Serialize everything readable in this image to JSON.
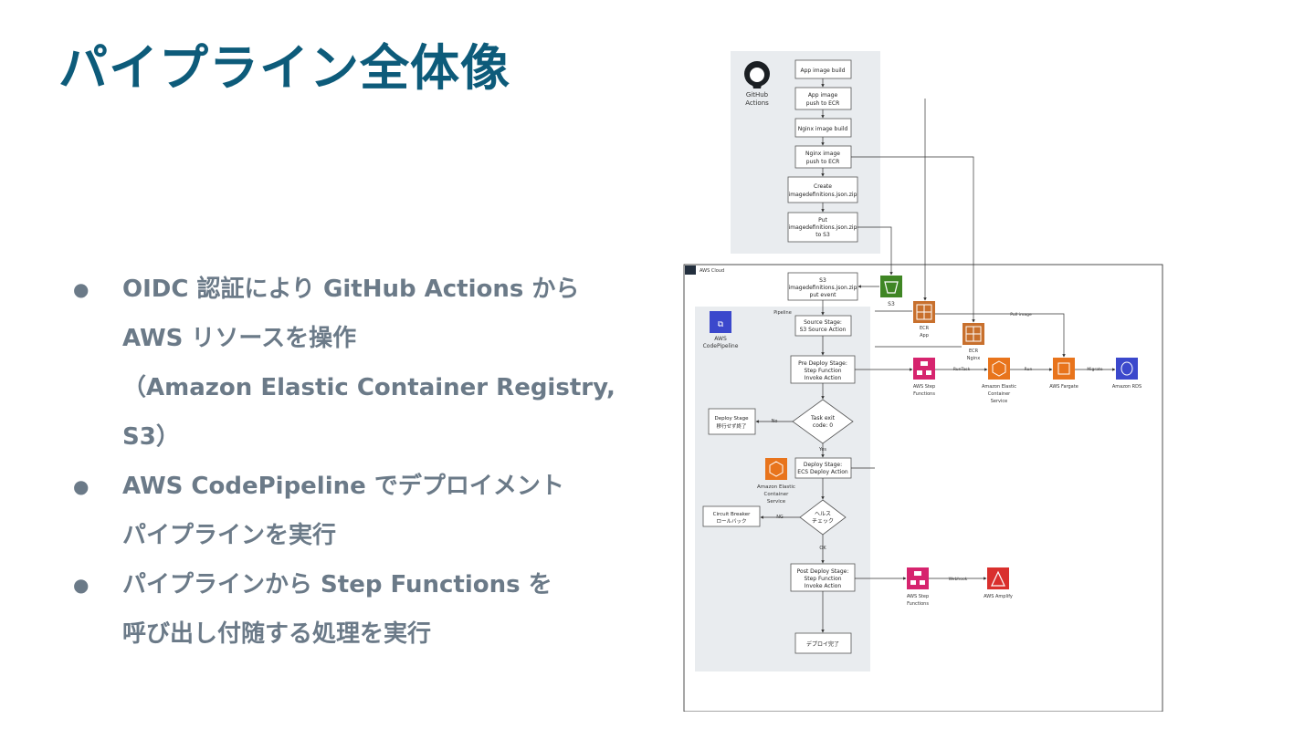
{
  "slide": {
    "title": "パイプライン全体像",
    "bullets": [
      {
        "lines": [
          "OIDC 認証により GitHub Actions から",
          "AWS リソースを操作",
          "（Amazon Elastic Container Registry, S3）"
        ]
      },
      {
        "lines": [
          "AWS CodePipeline でデプロイメント",
          "パイプラインを実行"
        ]
      },
      {
        "lines": [
          "パイプラインから Step Functions を",
          "呼び出し付随する処理を実行"
        ]
      }
    ],
    "bullet_glyph": "●"
  },
  "diagram": {
    "github": {
      "label_line1": "GitHub",
      "label_line2": "Actions",
      "steps": [
        [
          "App image build"
        ],
        [
          "App image",
          "push to ECR"
        ],
        [
          "Nginx image build"
        ],
        [
          "Nginx image",
          "push to ECR"
        ],
        [
          "Create",
          "imagedefinitions.json.zip"
        ],
        [
          "Put",
          "imagedefinitions.json.zip",
          "to S3"
        ]
      ]
    },
    "aws": {
      "cloud_label": "AWS Cloud",
      "s3_event": [
        "S3",
        "imagedefinitions.json.zip",
        "put event"
      ],
      "s3_label": "S3",
      "ecr_app": [
        "ECR",
        "App"
      ],
      "ecr_nginx": [
        "ECR",
        "Nginx"
      ],
      "pipeline_label": "Pipeline",
      "codepipeline_label": [
        "AWS",
        "CodePipeline"
      ],
      "source_stage": [
        "Source Stage:",
        "S3 Source Action"
      ],
      "pre_deploy": [
        "Pre Deploy Stage:",
        "Step Function",
        "Invoke Action"
      ],
      "task_exit": [
        "Task exit",
        "code: 0"
      ],
      "deploy_skip": [
        "Deploy Stage",
        "移行せず終了"
      ],
      "no_label": "No",
      "yes_label": "Yes",
      "deploy_stage": [
        "Deploy Stage:",
        "ECS Deploy Action"
      ],
      "ecs_label": [
        "Amazon Elastic",
        "Container",
        "Service"
      ],
      "health_check": [
        "ヘルス",
        "チェック"
      ],
      "ng_label": "NG",
      "ok_label": "OK",
      "circuit_breaker": [
        "Circuit Breaker",
        "ロールバック"
      ],
      "post_deploy": [
        "Post Deploy Stage:",
        "Step Function",
        "Invoke Action"
      ],
      "deploy_done": "デプロイ完了",
      "right_sfn_label": [
        "AWS Step",
        "Functions"
      ],
      "right_ecs_label": [
        "Amazon Elastic",
        "Container",
        "Service"
      ],
      "fargate_label": "AWS Fargate",
      "rds_label": "Amazon RDS",
      "run_task": "RunTask",
      "run": "Run",
      "migrate": "Migrate",
      "pull_image": "Pull image",
      "post_sfn_label": [
        "AWS Step",
        "Functions"
      ],
      "amplify_label": "AWS Amplify",
      "post_edge": "Webhook"
    },
    "colors": {
      "pink": "#d6246e",
      "orange": "#e8741c",
      "green": "#3f8624",
      "blue": "#3b48cc",
      "red": "#d9302d",
      "ecr": "#c8702d",
      "panel": "#e9ecef"
    }
  }
}
